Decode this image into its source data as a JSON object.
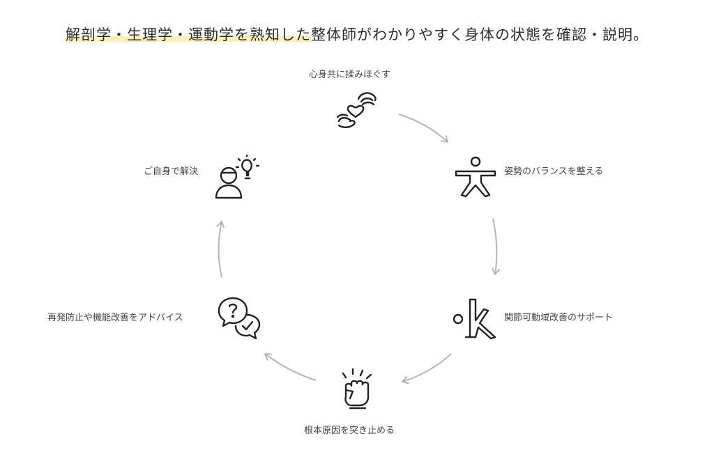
{
  "heading": {
    "highlighted": "解剖学・生理学・運動学を熟知した",
    "rest": "整体師がわかりやすく身体の状態を確認・説明。"
  },
  "steps": [
    {
      "label": "心身共に揉みほぐす",
      "icon": "hands-heart-icon"
    },
    {
      "label": "姿勢のバランスを整える",
      "icon": "balance-pose-icon"
    },
    {
      "label": "関節可動域改善のサポート",
      "icon": "stretching-icon"
    },
    {
      "label": "根本原因を突き止める",
      "icon": "fist-impact-icon"
    },
    {
      "label": "再発防止や機能改善をアドバイス",
      "icon": "speech-bubbles-icon"
    },
    {
      "label": "ご自身で解決",
      "icon": "person-idea-icon"
    }
  ],
  "colors": {
    "highlight": "#fdf0b5",
    "arrow": "#b5b5b5",
    "icon_stroke": "#222222",
    "text": "#444444"
  }
}
